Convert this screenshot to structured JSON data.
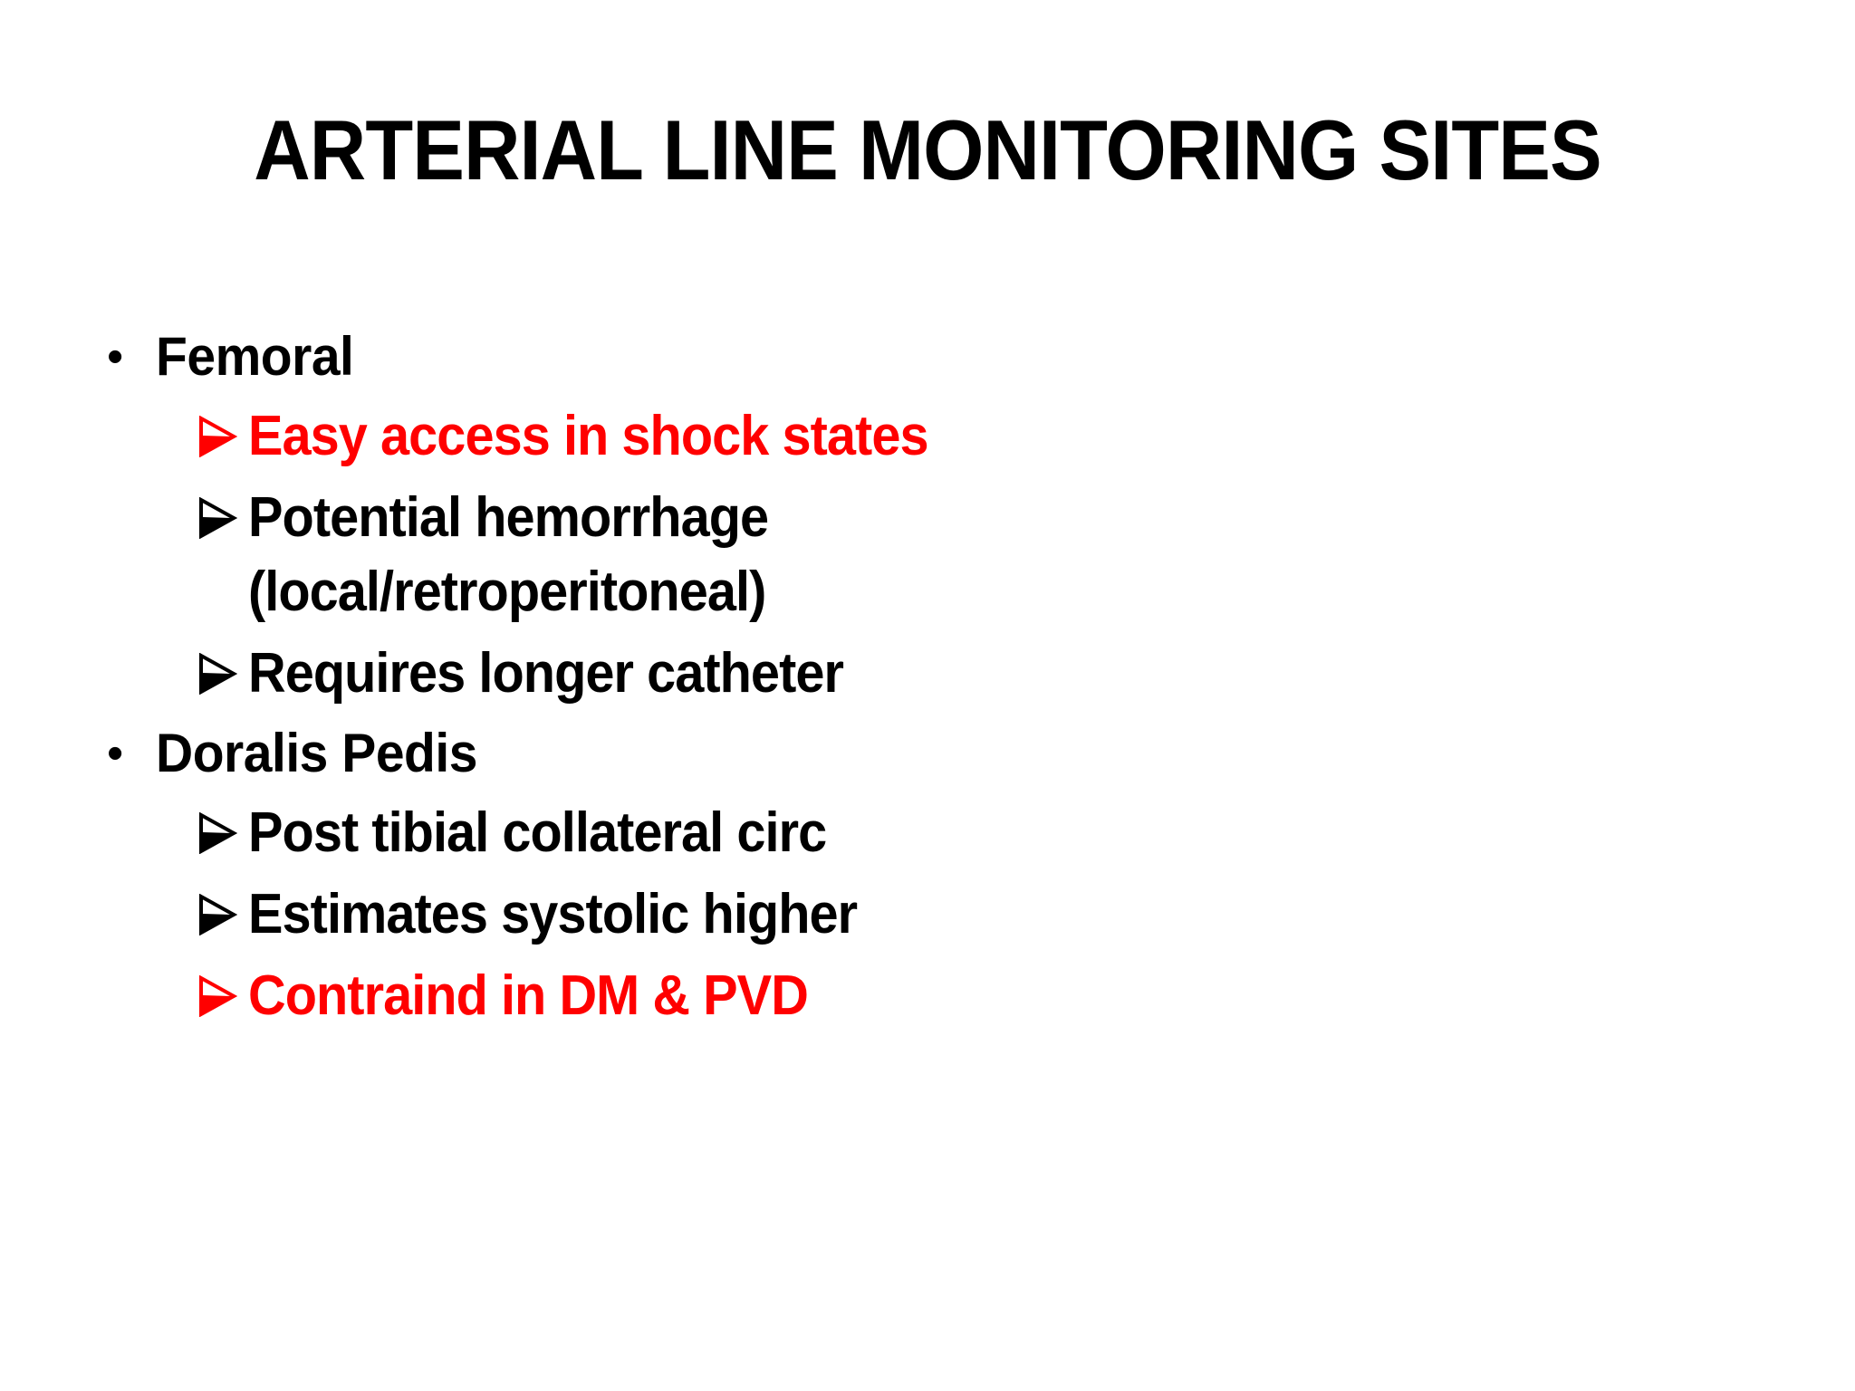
{
  "slide": {
    "title": "ARTERIAL LINE MONITORING SITES",
    "background_color": "#FFFFFF",
    "text_color": "#000000",
    "accent_color": "#FF0000",
    "bullet_glyph": "•",
    "subbullet_glyph": "➢",
    "outline": [
      {
        "label": "Femoral",
        "level": 1,
        "color": "#000000",
        "children": [
          {
            "label": "Easy access in shock states",
            "color": "#FF0000"
          },
          {
            "label": "Potential hemorrhage\n(local/retroperitoneal)",
            "color": "#000000"
          },
          {
            "label": "Requires longer catheter",
            "color": "#000000"
          }
        ]
      },
      {
        "label": "Doralis Pedis",
        "level": 1,
        "color": "#000000",
        "children": [
          {
            "label": "Post tibial collateral circ",
            "color": "#000000"
          },
          {
            "label": "Estimates systolic higher",
            "color": "#000000"
          },
          {
            "label": "Contraind in DM & PVD",
            "color": "#FF0000"
          }
        ]
      }
    ]
  }
}
